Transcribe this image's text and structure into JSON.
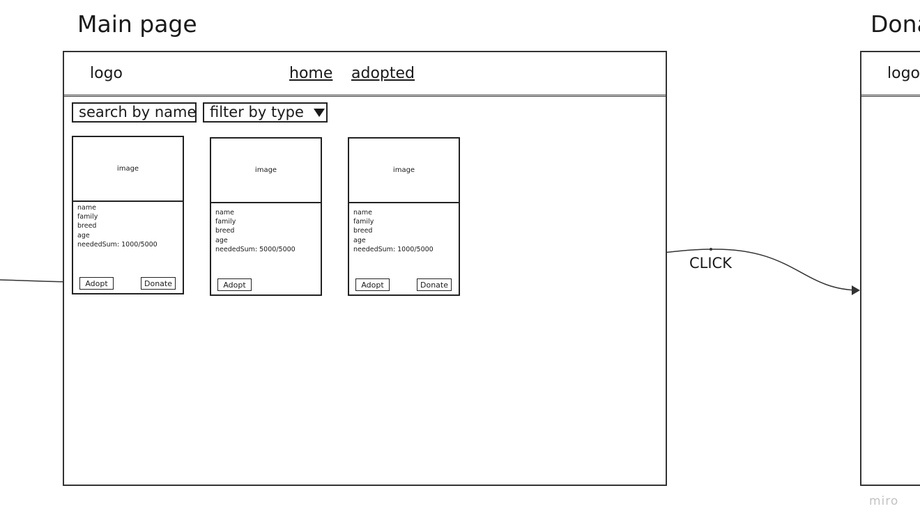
{
  "main_frame": {
    "title": "Main page",
    "header": {
      "logo": "logo",
      "nav": [
        "home",
        "adopted"
      ]
    },
    "search_placeholder": "search by name",
    "filter_label": "filter by type",
    "cards": [
      {
        "image_label": "image",
        "fields": [
          "name",
          "family",
          "breed",
          "age",
          "neededSum: 1000/5000"
        ],
        "adopt_label": "Adopt",
        "donate_label": "Donate"
      },
      {
        "image_label": "image",
        "fields": [
          "name",
          "family",
          "breed",
          "age",
          "neededSum: 5000/5000"
        ],
        "adopt_label": "Adopt"
      },
      {
        "image_label": "image",
        "fields": [
          "name",
          "family",
          "breed",
          "age",
          "neededSum: 1000/5000"
        ],
        "adopt_label": "Adopt",
        "donate_label": "Donate"
      }
    ]
  },
  "donate_frame": {
    "title": "Dona",
    "logo": "logo"
  },
  "connector": {
    "label": "CLICK"
  },
  "watermark": "miro"
}
